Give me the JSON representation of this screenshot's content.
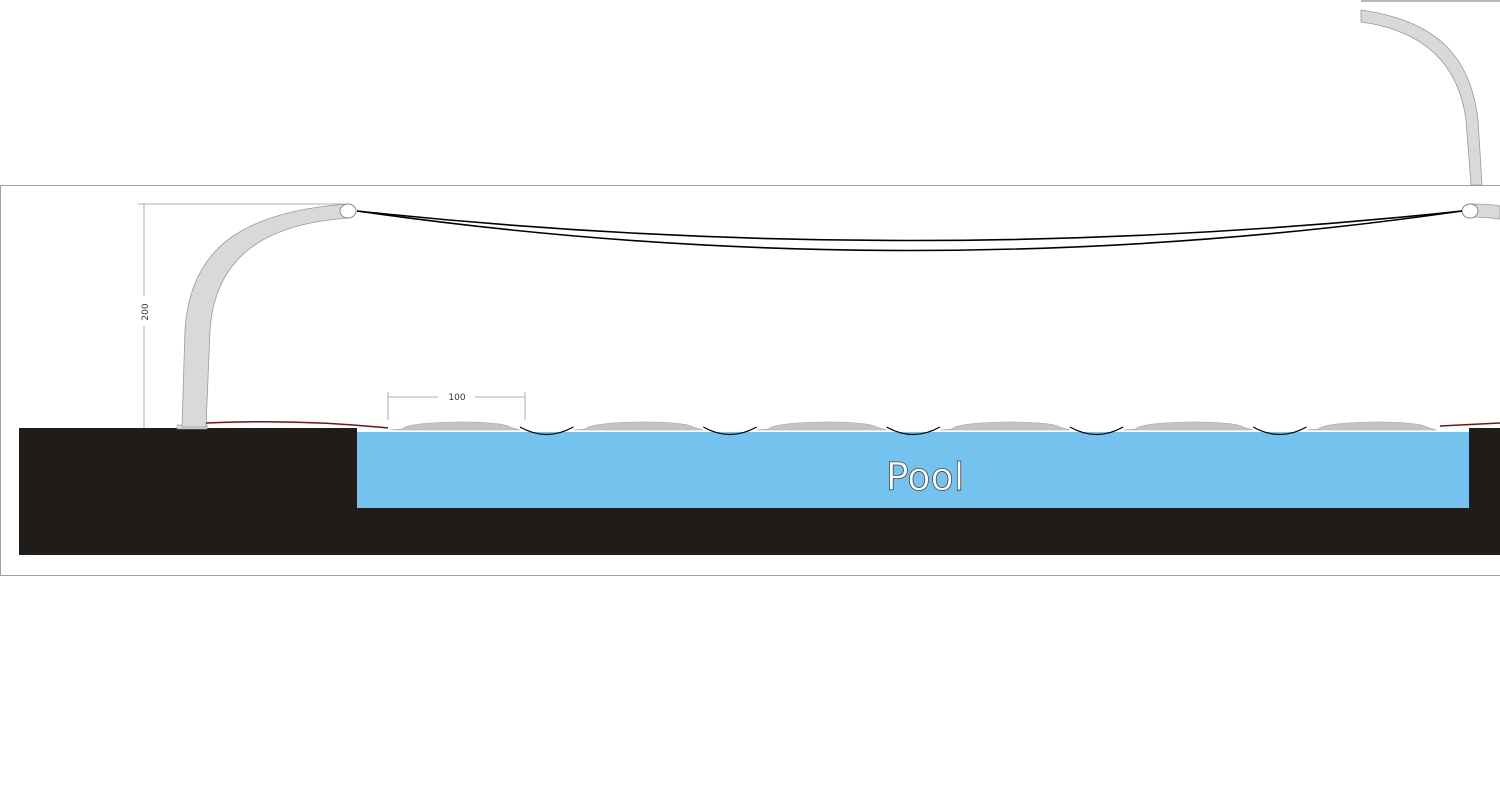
{
  "diagram": {
    "pool_label": "Pool",
    "height_dimension": "200",
    "float_spacing_dimension": "100",
    "float_count": 6,
    "colors": {
      "ground": "#201c1a",
      "water": "#74c3ef",
      "pole": "#d9d9d9",
      "float": "#c4c4c4",
      "cable": "#000000",
      "hose": "#7a1010",
      "frame": "#a0a0a0"
    }
  }
}
